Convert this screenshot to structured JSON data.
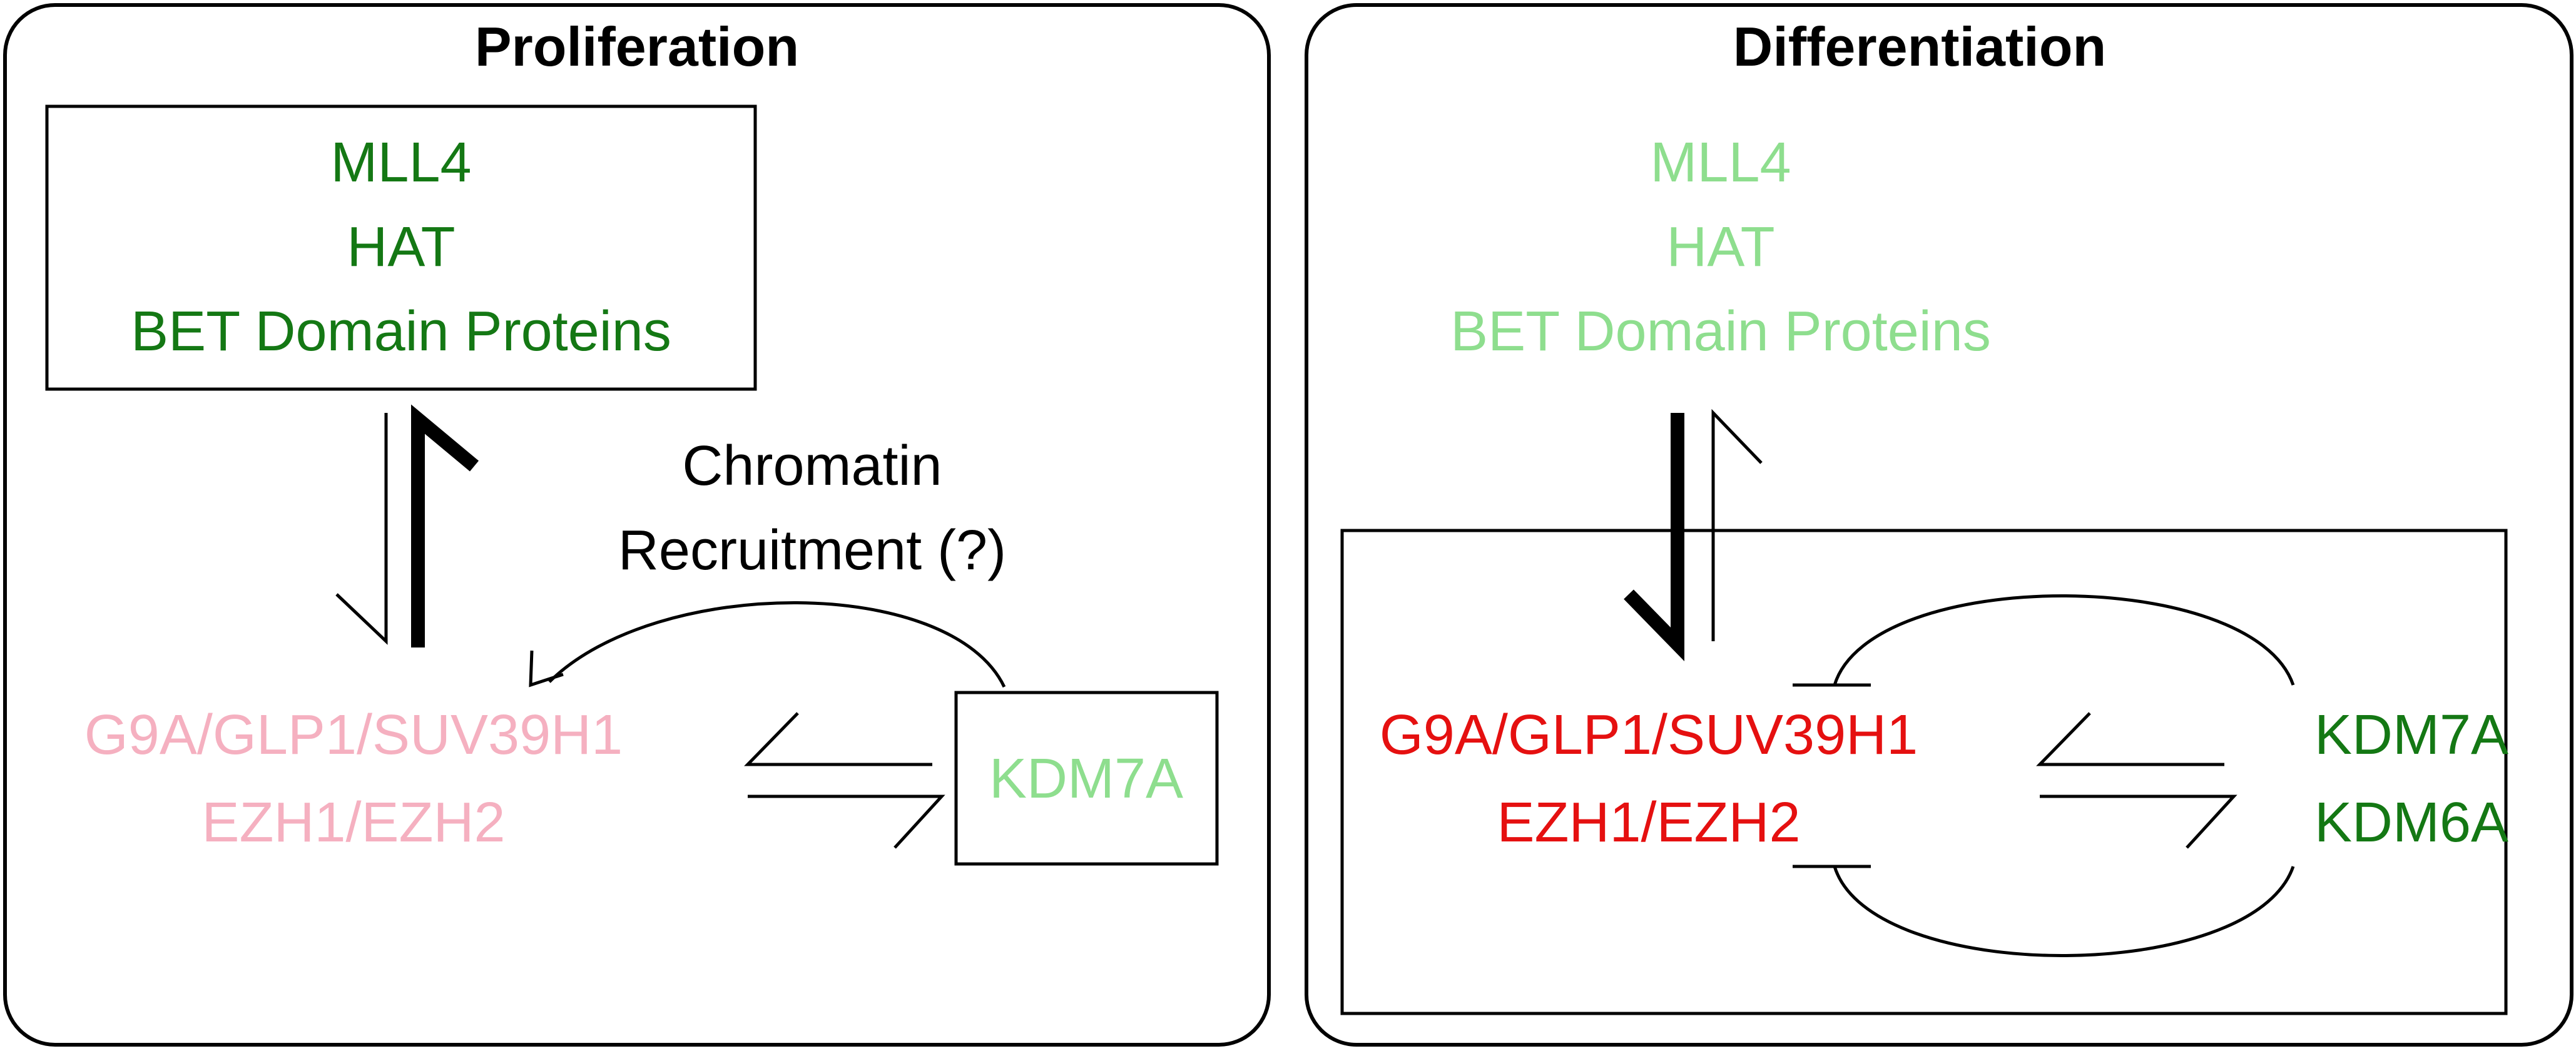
{
  "panels": {
    "left": {
      "title": "Proliferation",
      "activators": [
        "MLL4",
        "HAT",
        "BET Domain Proteins"
      ],
      "repressors": [
        "G9A/GLP1/SUV39H1",
        "EZH1/EZH2"
      ],
      "recruitment": [
        "Chromatin",
        "Recruitment (?)"
      ],
      "demethylases": [
        "KDM7A"
      ]
    },
    "right": {
      "title": "Differentiation",
      "activators": [
        "MLL4",
        "HAT",
        "BET Domain Proteins"
      ],
      "repressors": [
        "G9A/GLP1/SUV39H1",
        "EZH1/EZH2"
      ],
      "demethylases": [
        "KDM7A",
        "KDM6A"
      ]
    }
  },
  "colors": {
    "green_dark": "#147814",
    "green_light": "#8ede8e",
    "red": "#e51010",
    "pink": "#f5b0c0",
    "black": "#000000"
  }
}
